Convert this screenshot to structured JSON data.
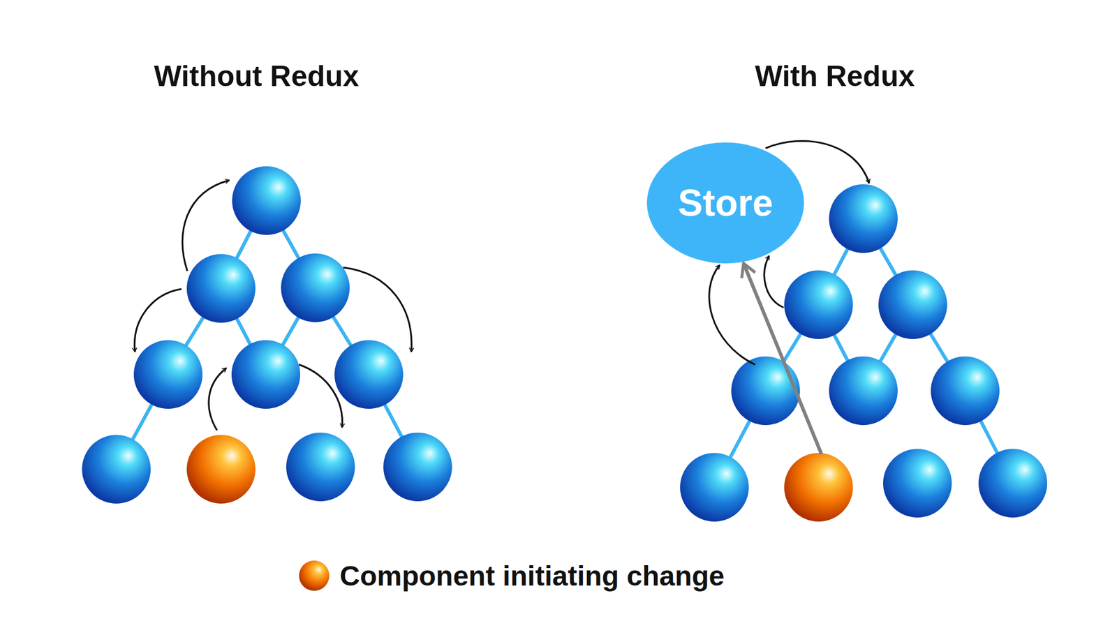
{
  "diagram": {
    "nodes": [
      {
        "text": [
          "Store"
        ]
      }
    ],
    "edges": [],
    "labels": [
      "Without Redux",
      "With Redux"
    ],
    "legend": [
      {
        "text": "Component initiating change"
      }
    ]
  }
}
